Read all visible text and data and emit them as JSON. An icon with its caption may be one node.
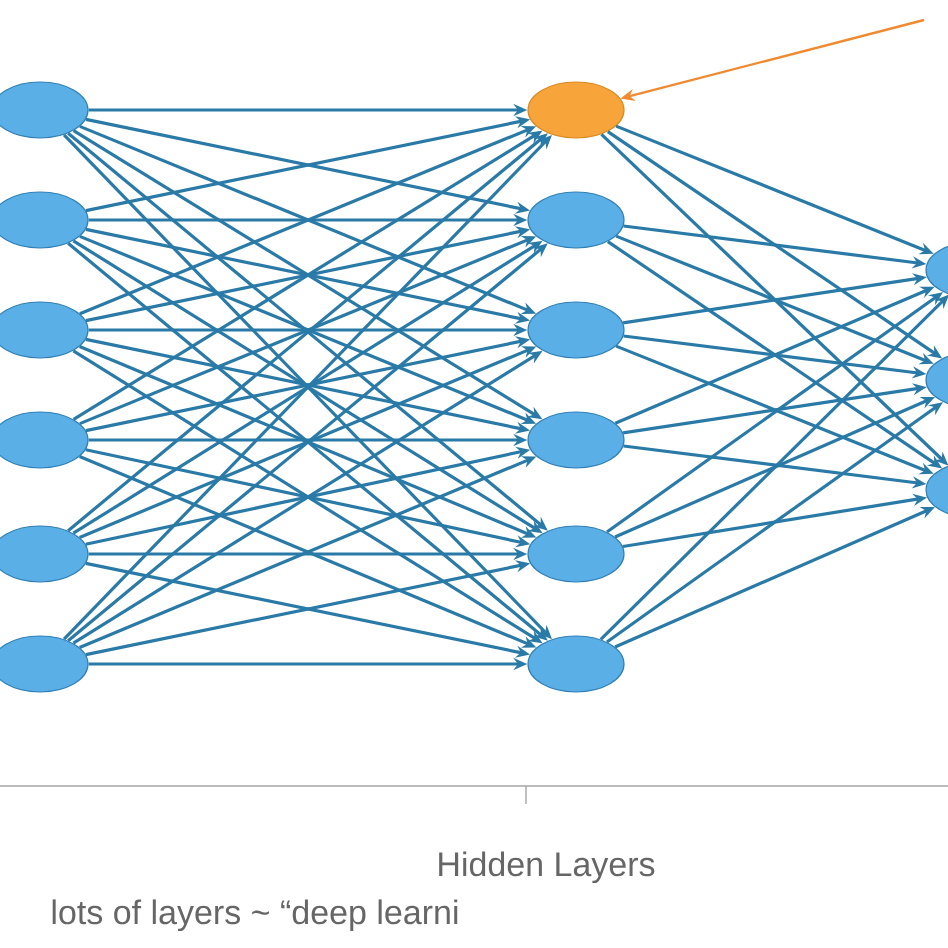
{
  "diagram": {
    "nodes": [
      {
        "text": [],
        "shape": "circle"
      },
      {
        "text": [],
        "shape": "circle"
      },
      {
        "text": [],
        "shape": "circle"
      },
      {
        "text": [],
        "shape": "circle"
      },
      {
        "text": [],
        "shape": "circle"
      },
      {
        "text": [],
        "shape": "circle"
      },
      {
        "text": [],
        "shape": "circle"
      },
      {
        "text": [],
        "shape": "circle"
      },
      {
        "text": [],
        "shape": "circle"
      },
      {
        "text": [],
        "shape": "circle"
      },
      {
        "text": [],
        "shape": "circle"
      },
      {
        "text": [],
        "shape": "circle"
      },
      {
        "text": [],
        "shape": "circle"
      },
      {
        "text": [],
        "shape": "circle"
      },
      {
        "text": [],
        "shape": "circle"
      }
    ],
    "edges": [
      {
        "from": 0,
        "to": 6,
        "arrow": "to"
      },
      {
        "from": 0,
        "to": 7,
        "arrow": "to"
      },
      {
        "from": 0,
        "to": 8,
        "arrow": "to"
      },
      {
        "from": 0,
        "to": 9,
        "arrow": "to"
      },
      {
        "from": 0,
        "to": 10,
        "arrow": "to"
      },
      {
        "from": 0,
        "to": 11,
        "arrow": "to"
      },
      {
        "from": 1,
        "to": 6,
        "arrow": "to"
      },
      {
        "from": 1,
        "to": 7,
        "arrow": "to"
      },
      {
        "from": 1,
        "to": 8,
        "arrow": "to"
      },
      {
        "from": 1,
        "to": 9,
        "arrow": "to"
      },
      {
        "from": 1,
        "to": 10,
        "arrow": "to"
      },
      {
        "from": 1,
        "to": 11,
        "arrow": "to"
      },
      {
        "from": 2,
        "to": 6,
        "arrow": "to"
      },
      {
        "from": 2,
        "to": 7,
        "arrow": "to"
      },
      {
        "from": 2,
        "to": 8,
        "arrow": "to"
      },
      {
        "from": 2,
        "to": 9,
        "arrow": "to"
      },
      {
        "from": 2,
        "to": 10,
        "arrow": "to"
      },
      {
        "from": 2,
        "to": 11,
        "arrow": "to"
      },
      {
        "from": 3,
        "to": 6,
        "arrow": "to"
      },
      {
        "from": 3,
        "to": 7,
        "arrow": "to"
      },
      {
        "from": 3,
        "to": 8,
        "arrow": "to"
      },
      {
        "from": 3,
        "to": 9,
        "arrow": "to"
      },
      {
        "from": 3,
        "to": 10,
        "arrow": "to"
      },
      {
        "from": 3,
        "to": 11,
        "arrow": "to"
      },
      {
        "from": 4,
        "to": 6,
        "arrow": "to"
      },
      {
        "from": 4,
        "to": 7,
        "arrow": "to"
      },
      {
        "from": 4,
        "to": 8,
        "arrow": "to"
      },
      {
        "from": 4,
        "to": 9,
        "arrow": "to"
      },
      {
        "from": 4,
        "to": 10,
        "arrow": "to"
      },
      {
        "from": 4,
        "to": 11,
        "arrow": "to"
      },
      {
        "from": 5,
        "to": 6,
        "arrow": "to"
      },
      {
        "from": 5,
        "to": 7,
        "arrow": "to"
      },
      {
        "from": 5,
        "to": 8,
        "arrow": "to"
      },
      {
        "from": 5,
        "to": 9,
        "arrow": "to"
      },
      {
        "from": 5,
        "to": 10,
        "arrow": "to"
      },
      {
        "from": 5,
        "to": 11,
        "arrow": "to"
      },
      {
        "from": 6,
        "to": 12,
        "arrow": "to"
      },
      {
        "from": 6,
        "to": 13,
        "arrow": "to"
      },
      {
        "from": 6,
        "to": 14,
        "arrow": "to"
      },
      {
        "from": 7,
        "to": 12,
        "arrow": "to"
      },
      {
        "from": 7,
        "to": 13,
        "arrow": "to"
      },
      {
        "from": 7,
        "to": 14,
        "arrow": "to"
      },
      {
        "from": 8,
        "to": 12,
        "arrow": "to"
      },
      {
        "from": 8,
        "to": 13,
        "arrow": "to"
      },
      {
        "from": 8,
        "to": 14,
        "arrow": "to"
      },
      {
        "from": 9,
        "to": 12,
        "arrow": "to"
      },
      {
        "from": 9,
        "to": 13,
        "arrow": "to"
      },
      {
        "from": 9,
        "to": 14,
        "arrow": "to"
      },
      {
        "from": 10,
        "to": 12,
        "arrow": "to"
      },
      {
        "from": 10,
        "to": 13,
        "arrow": "to"
      },
      {
        "from": 10,
        "to": 14,
        "arrow": "to"
      },
      {
        "from": 11,
        "to": 12,
        "arrow": "to"
      },
      {
        "from": 11,
        "to": 13,
        "arrow": "to"
      },
      {
        "from": 11,
        "to": 14,
        "arrow": "to"
      },
      {
        "from": null,
        "to": 6,
        "arrow": "to",
        "color": "#f08a30"
      }
    ],
    "labels": [
      "Hidden Layers",
      "lots of layers ~ “deep learni"
    ]
  }
}
